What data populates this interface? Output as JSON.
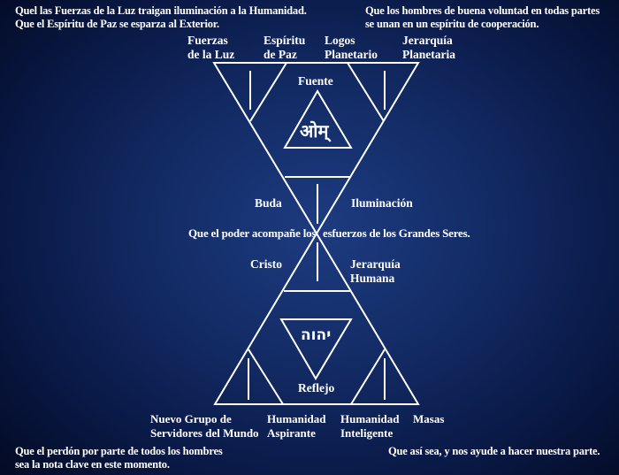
{
  "corners": {
    "top_left": [
      "Quel las Fuerzas de la Luz traigan iluminación a la Humanidad.",
      "Que el Espíritu de Paz se esparza al Exterior."
    ],
    "top_right": [
      "Que los hombres de buena voluntad en todas partes",
      "se unan en un espíritu de cooperación."
    ],
    "bottom_left": [
      "Que el perdón por parte de todos los hombres",
      "sea la nota clave en este momento."
    ],
    "bottom_right": "Que así sea, y nos ayude a hacer nuestra parte."
  },
  "top_labels": [
    [
      "Fuerzas",
      "de la Luz"
    ],
    [
      "Espíritu",
      "de Paz"
    ],
    [
      "Logos",
      "Planetario"
    ],
    [
      "Jerarquía",
      "Planetaria"
    ]
  ],
  "fuente": "Fuente",
  "om_symbol": "ओम्",
  "buda": "Buda",
  "iluminacion": "Iluminación",
  "center_phrase_left": "Que el poder acompañe los",
  "center_phrase_right": "esfuerzos de los Grandes Seres.",
  "cristo": "Cristo",
  "jerarquia_humana": [
    "Jerarquía",
    "Humana"
  ],
  "yhwh_symbol": "יהוה",
  "reflejo": "Reflejo",
  "bottom_labels": [
    [
      "Nuevo Grupo de",
      "Servidores del Mundo"
    ],
    [
      "Humanidad",
      "Aspirante"
    ],
    [
      "Humanidad",
      "Inteligente"
    ],
    [
      "Masas"
    ]
  ],
  "colors": {
    "line": "#ffffff",
    "background": "#142d68"
  }
}
